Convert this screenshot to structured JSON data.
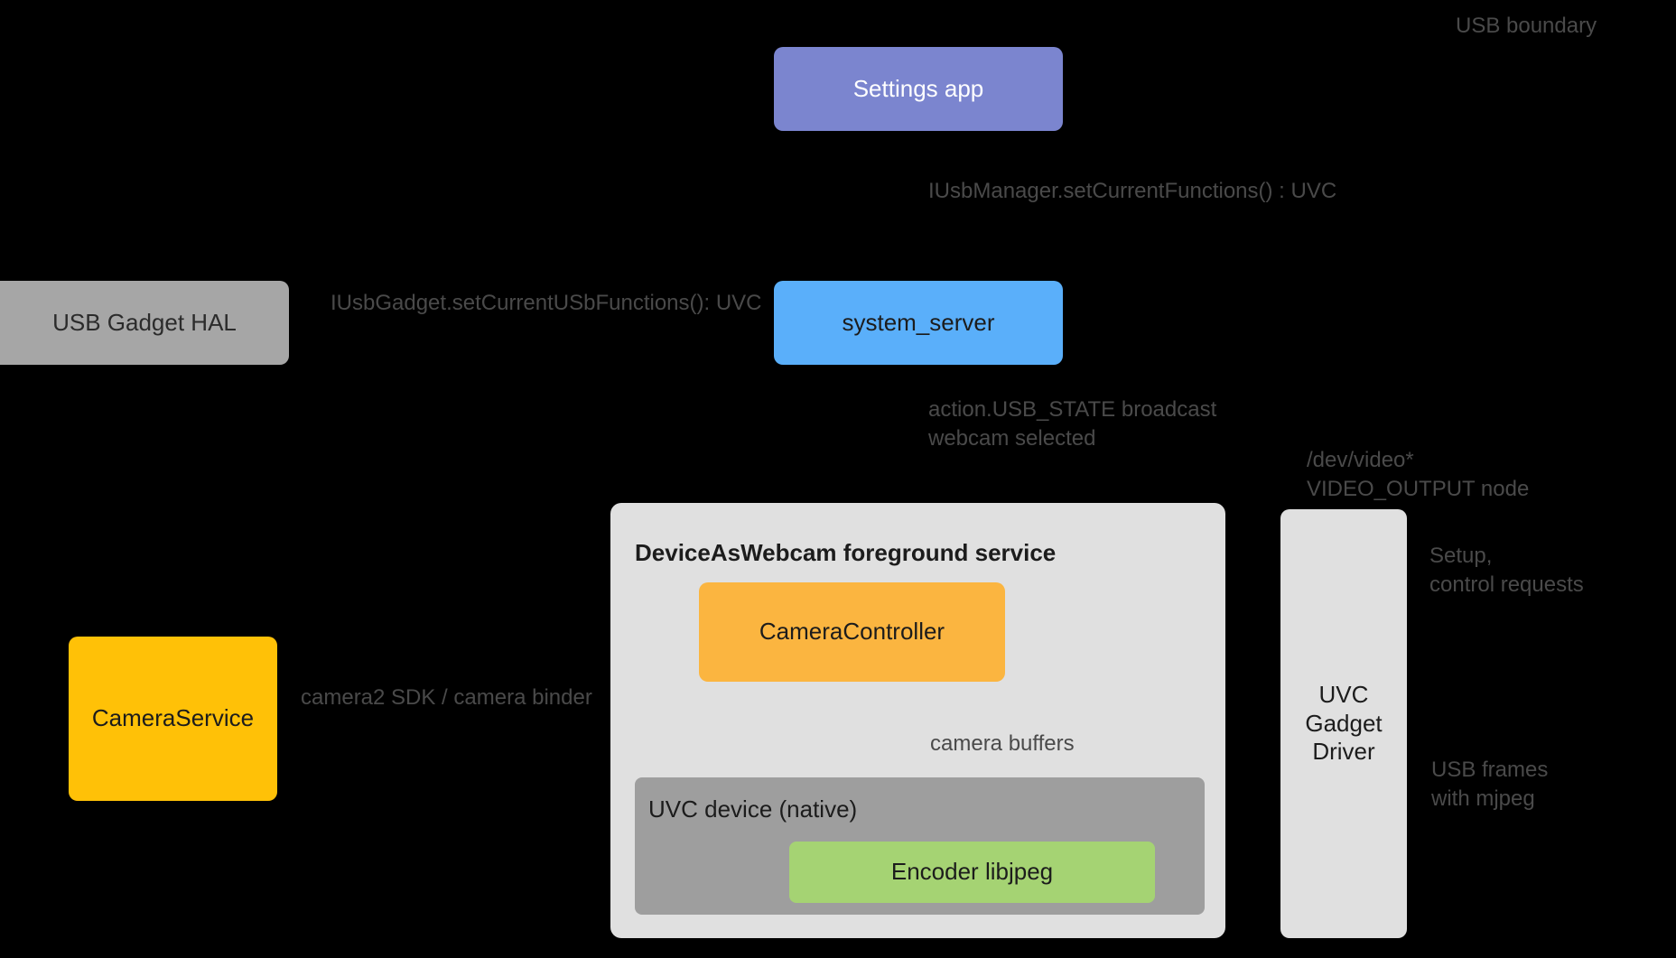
{
  "diagram": {
    "title": "DeviceAsWebcam architecture",
    "background": "#000000",
    "nodes": {
      "settings_app": {
        "label": "Settings app",
        "color": "#7b85cf",
        "text_color": "#ffffff"
      },
      "usb_gadget_hal": {
        "label": "USB Gadget HAL",
        "color": "#a6a6a6",
        "text_color": "#2b2b2b"
      },
      "system_server": {
        "label": "system_server",
        "color": "#5aaffa",
        "text_color": "#1c1c1c"
      },
      "camera_service": {
        "label": "CameraService",
        "color": "#ffc107",
        "text_color": "#1c1c1c"
      },
      "das_service": {
        "label": "DeviceAsWebcam foreground service",
        "color": "#e0e0e0",
        "text_color": "#1c1c1c"
      },
      "camera_controller": {
        "label": "CameraController",
        "color": "#fbb540",
        "text_color": "#1c1c1c"
      },
      "uvc_device": {
        "label": "UVC device (native)",
        "color": "#9e9e9e",
        "text_color": "#1c1c1c"
      },
      "encoder": {
        "label": "Encoder libjpeg",
        "color": "#a5d373",
        "text_color": "#1c1c1c"
      },
      "uvc_gadget_driver": {
        "label": "UVC\nGadget\nDriver",
        "color": "#e0e0e0",
        "text_color": "#1c1c1c"
      }
    },
    "labels": {
      "usb_boundary": "USB boundary",
      "set_current_functions": "IUsbManager.setCurrentFunctions() : UVC",
      "set_current_usb_functions": "IUsbGadget.setCurrentUSbFunctions(): UVC",
      "usb_state_broadcast": "action.USB_STATE broadcast\nwebcam selected",
      "dev_video_node": "/dev/video*\nVIDEO_OUTPUT node",
      "setup_control_requests": "Setup,\ncontrol requests",
      "camera2_sdk": "camera2 SDK / camera binder",
      "camera_buffers": "camera buffers",
      "usb_frames_mjpeg": "USB frames\nwith mjpeg"
    },
    "label_color": "#4a4a4a"
  }
}
